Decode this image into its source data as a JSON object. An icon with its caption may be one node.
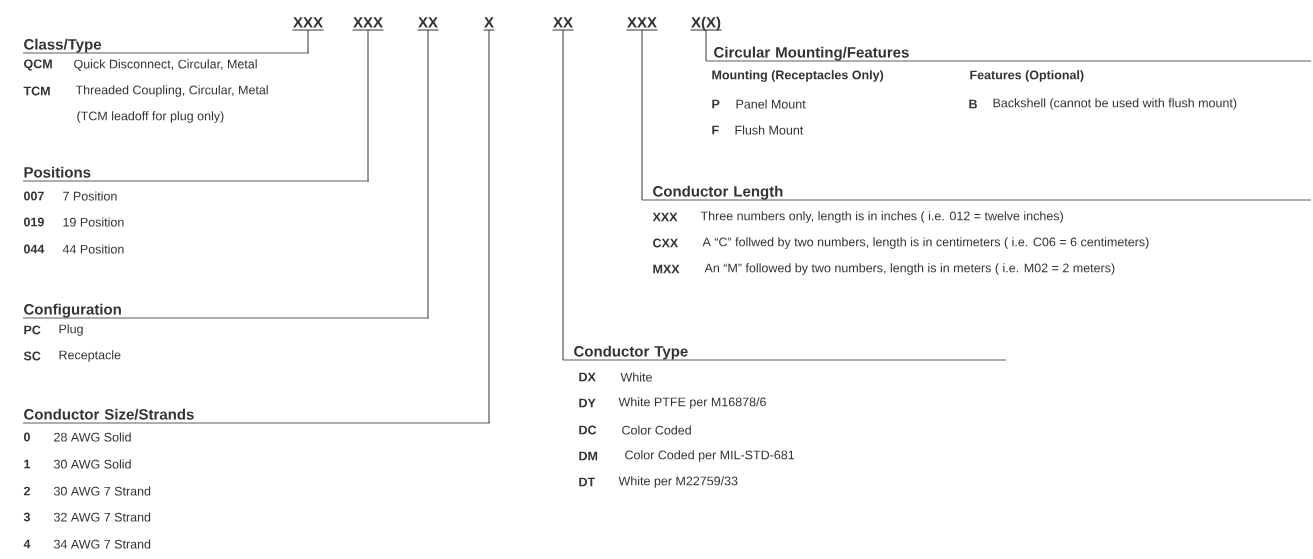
{
  "diagram": {
    "nodes": [
      {
        "text": [
          "XXX"
        ]
      },
      {
        "text": [
          "XXX"
        ]
      },
      {
        "text": [
          "XX"
        ]
      },
      {
        "text": [
          "X"
        ]
      },
      {
        "text": [
          "XX"
        ]
      },
      {
        "text": [
          "XXX"
        ]
      },
      {
        "text": [
          "X(X)"
        ]
      },
      {
        "text": [
          "Class/Type"
        ]
      },
      {
        "text": [
          "Positions"
        ]
      },
      {
        "text": [
          "Configuration"
        ]
      },
      {
        "text": [
          "Conductor Size/Strands"
        ]
      },
      {
        "text": [
          "Conductor Type"
        ]
      },
      {
        "text": [
          "Conductor Length"
        ]
      },
      {
        "text": [
          "Circular Mounting/Features"
        ]
      }
    ],
    "edges": [
      {
        "from": 0,
        "to": 7,
        "arrow": "none"
      },
      {
        "from": 1,
        "to": 8,
        "arrow": "none"
      },
      {
        "from": 2,
        "to": 9,
        "arrow": "none"
      },
      {
        "from": 3,
        "to": 10,
        "arrow": "none"
      },
      {
        "from": 4,
        "to": 11,
        "arrow": "none"
      },
      {
        "from": 5,
        "to": 12,
        "arrow": "none"
      },
      {
        "from": 6,
        "to": 13,
        "arrow": "none"
      }
    ],
    "labels": [
      "QCM",
      "Quick Disconnect, Circular, Metal",
      "TCM",
      "Threaded Coupling, Circular, Metal",
      "(TCM leadoff for plug only)",
      "Mounting (Receptacles Only)",
      "Features (Optional)",
      "P",
      "Panel Mount",
      "B",
      "Backshell (cannot be used with flush mount)",
      "F",
      "Flush Mount",
      "007",
      "7 Position",
      "019",
      "19 Position",
      "044",
      "44 Position",
      "XXX",
      "Three numbers only, length is in inches ( i.e. 012 = twelve inches)",
      "CXX",
      "A “C” follwed by two numbers, length is in centimeters ( i.e. C06 = 6 centimeters)",
      "MXX",
      "An “M” followed by two numbers, length is in meters ( i.e. M02 = 2 meters)",
      "PC",
      "Plug",
      "SC",
      "Receptacle",
      "DX",
      "White",
      "DY",
      "White PTFE per M16878/6",
      "DC",
      "Color Coded",
      "DM",
      "Color Coded per MIL-STD-681",
      "DT",
      "White per M22759/33",
      "0",
      "28 AWG Solid",
      "1",
      "30 AWG Solid",
      "2",
      "30 AWG 7 Strand",
      "3",
      "32 AWG 7 Strand",
      "4",
      "34 AWG 7 Strand"
    ]
  }
}
